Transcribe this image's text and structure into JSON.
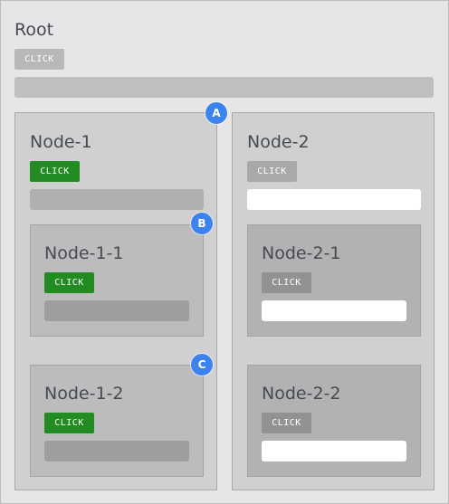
{
  "root": {
    "title": "Root",
    "button_label": "CLICK"
  },
  "node1": {
    "title": "Node-1",
    "button_label": "CLICK",
    "children": [
      {
        "title": "Node-1-1",
        "button_label": "CLICK"
      },
      {
        "title": "Node-1-2",
        "button_label": "CLICK"
      }
    ]
  },
  "node2": {
    "title": "Node-2",
    "button_label": "CLICK",
    "children": [
      {
        "title": "Node-2-1",
        "button_label": "CLICK"
      },
      {
        "title": "Node-2-2",
        "button_label": "CLICK"
      }
    ]
  },
  "markers": [
    "A",
    "B",
    "C"
  ],
  "colors": {
    "marker": "#3c83ef",
    "active_button": "#228b22"
  }
}
